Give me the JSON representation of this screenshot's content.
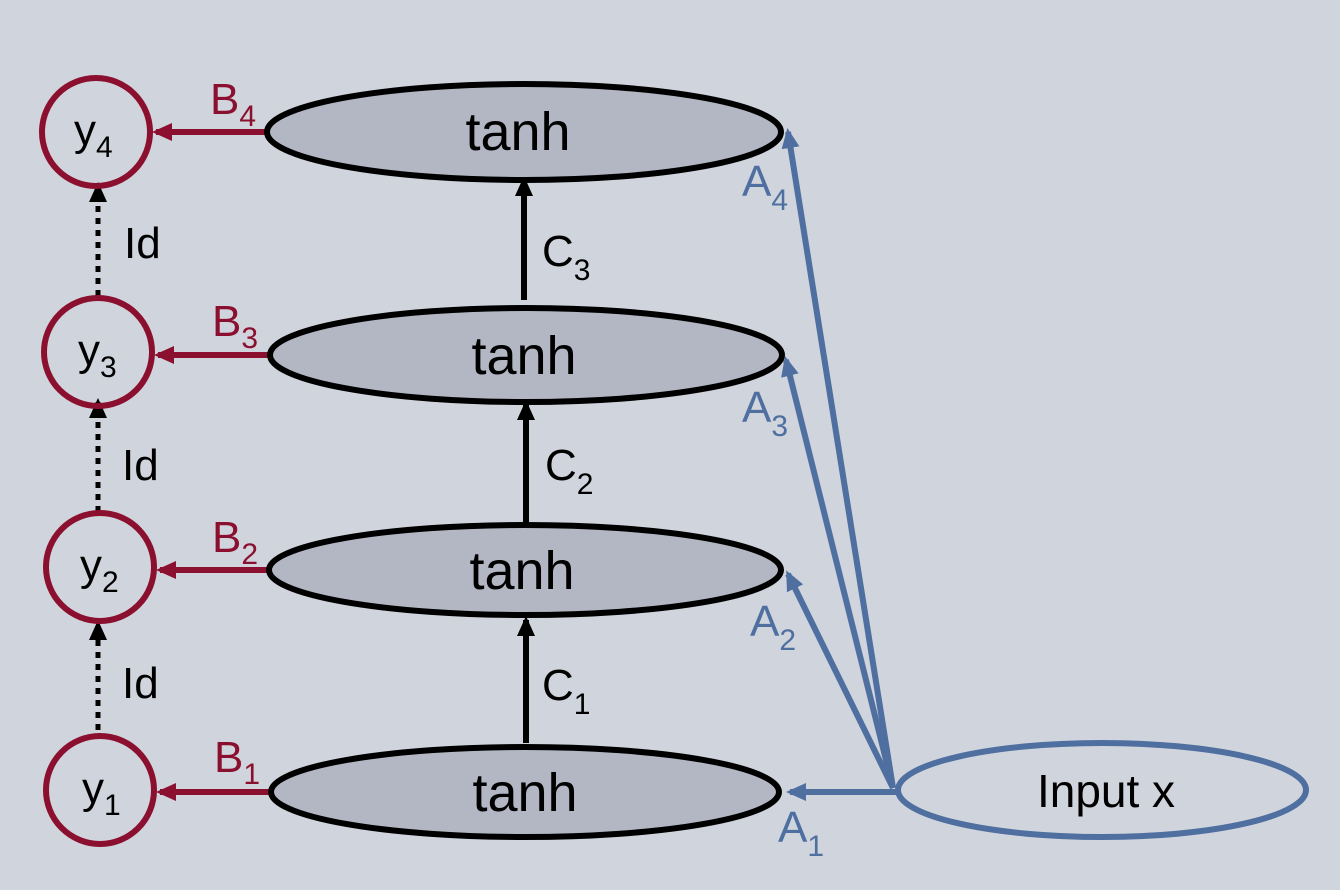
{
  "colors": {
    "background": "#d0d4dc",
    "tanh_fill": "#b2b7c3",
    "output": "#8b0f2e",
    "input": "#4e6f9f",
    "black": "#000000"
  },
  "tanh_nodes": [
    {
      "label": "tanh"
    },
    {
      "label": "tanh"
    },
    {
      "label": "tanh"
    },
    {
      "label": "tanh"
    }
  ],
  "output_nodes": [
    {
      "base": "y",
      "sub": "1"
    },
    {
      "base": "y",
      "sub": "2"
    },
    {
      "base": "y",
      "sub": "3"
    },
    {
      "base": "y",
      "sub": "4"
    }
  ],
  "b_edges": [
    {
      "base": "B",
      "sub": "1"
    },
    {
      "base": "B",
      "sub": "2"
    },
    {
      "base": "B",
      "sub": "3"
    },
    {
      "base": "B",
      "sub": "4"
    }
  ],
  "c_edges": [
    {
      "base": "C",
      "sub": "1"
    },
    {
      "base": "C",
      "sub": "2"
    },
    {
      "base": "C",
      "sub": "3"
    }
  ],
  "id_edges": [
    {
      "label": "Id"
    },
    {
      "label": "Id"
    },
    {
      "label": "Id"
    }
  ],
  "a_edges": [
    {
      "base": "A",
      "sub": "1"
    },
    {
      "base": "A",
      "sub": "2"
    },
    {
      "base": "A",
      "sub": "3"
    },
    {
      "base": "A",
      "sub": "4"
    }
  ],
  "input_node": {
    "label": "Input x"
  }
}
